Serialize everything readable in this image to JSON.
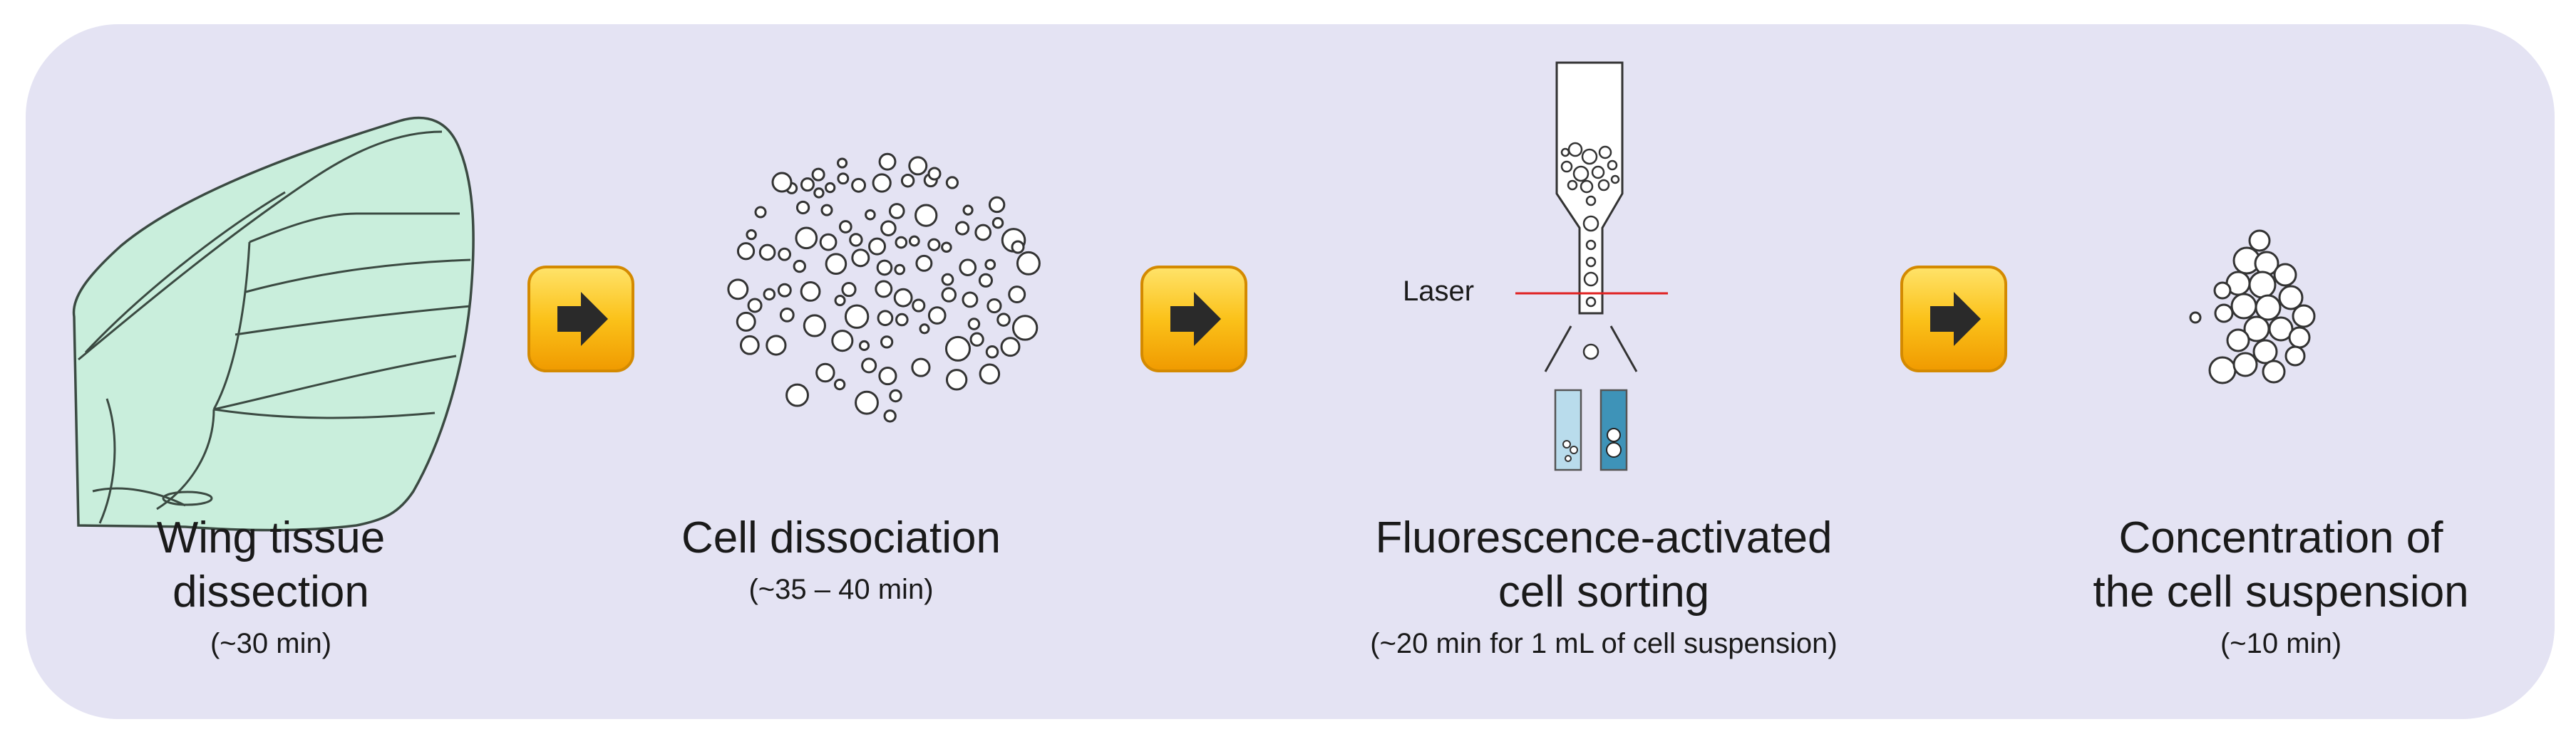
{
  "steps": [
    {
      "title_line1": "Wing tissue",
      "title_line2": "dissection",
      "duration": "(~30 min)"
    },
    {
      "title_line1": "Cell dissociation",
      "title_line2": "",
      "duration": "(~35 – 40 min)"
    },
    {
      "title_line1": "Fluorescence-activated",
      "title_line2": "cell sorting",
      "duration": "(~20 min for 1 mL of cell suspension)"
    },
    {
      "title_line1": "Concentration of",
      "title_line2": "the cell suspension",
      "duration": "(~10 min)"
    }
  ],
  "facs": {
    "laser_label": "Laser"
  },
  "colors": {
    "panel_bg": "#e4e3f3",
    "wing_fill": "#c9eedc",
    "arrow_button": "#f5b800",
    "laser": "#e02020",
    "tube_light": "#b9dcec",
    "tube_dark": "#3e93b8"
  },
  "icons": [
    "wing-icon",
    "arrow-right-icon",
    "cells-icon",
    "flow-cytometer-icon",
    "cell-cluster-icon"
  ]
}
